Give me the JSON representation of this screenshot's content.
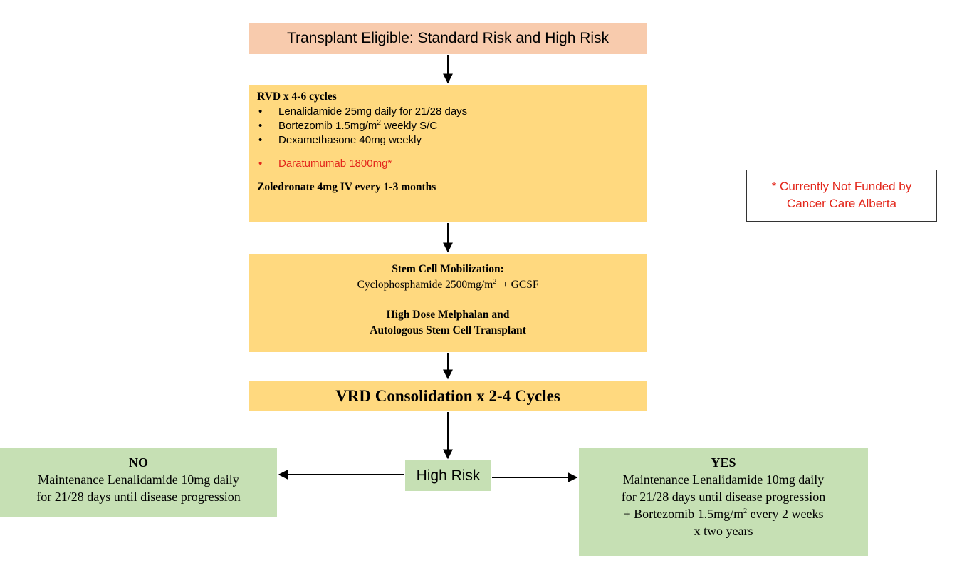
{
  "title": "Transplant Eligible: Standard Risk and High Risk",
  "induction": {
    "heading": "RVD x 4-6 cycles",
    "items": {
      "lenalidomide": "Lenalidamide 25mg daily for 21/28 days",
      "bortezomib": "Bortezomib 1.5mg/m",
      "bortezomib_sup": "2",
      "bortezomib_tail": " weekly S/C",
      "dexamethasone": "Dexamethasone 40mg weekly",
      "daratumumab": "Daratumumab 1800mg*"
    },
    "bullet": "•",
    "zoledronate": "Zoledronate 4mg IV every 1-3 months"
  },
  "stem": {
    "heading": "Stem Cell Mobilization:",
    "line_pre": "Cyclophosphamide 2500mg/m",
    "line_sup": "2",
    "line_post": "  + GCSF",
    "hdm_line1": "High Dose Melphalan and",
    "hdm_line2": "Autologous Stem Cell Transplant"
  },
  "consolidation": "VRD Consolidation x 2-4 Cycles",
  "decision": "High Risk",
  "no": {
    "heading": "NO",
    "line1": "Maintenance Lenalidamide 10mg daily",
    "line2": "for 21/28 days until disease progression"
  },
  "yes": {
    "heading": "YES",
    "line1": "Maintenance Lenalidamide 10mg daily",
    "line2": "for 21/28 days until disease progression",
    "line3_pre": "+ Bortezomib 1.5mg/m",
    "line3_sup": "2",
    "line3_post": " every 2 weeks",
    "line4": "x two years"
  },
  "note": {
    "line1": "* Currently Not Funded by",
    "line2": "Cancer Care Alberta"
  },
  "colors": {
    "title_fill": "#f8cbad",
    "step_fill": "#ffd97f",
    "outcome_fill": "#c6e0b4",
    "highlight_text": "#e3271b"
  }
}
